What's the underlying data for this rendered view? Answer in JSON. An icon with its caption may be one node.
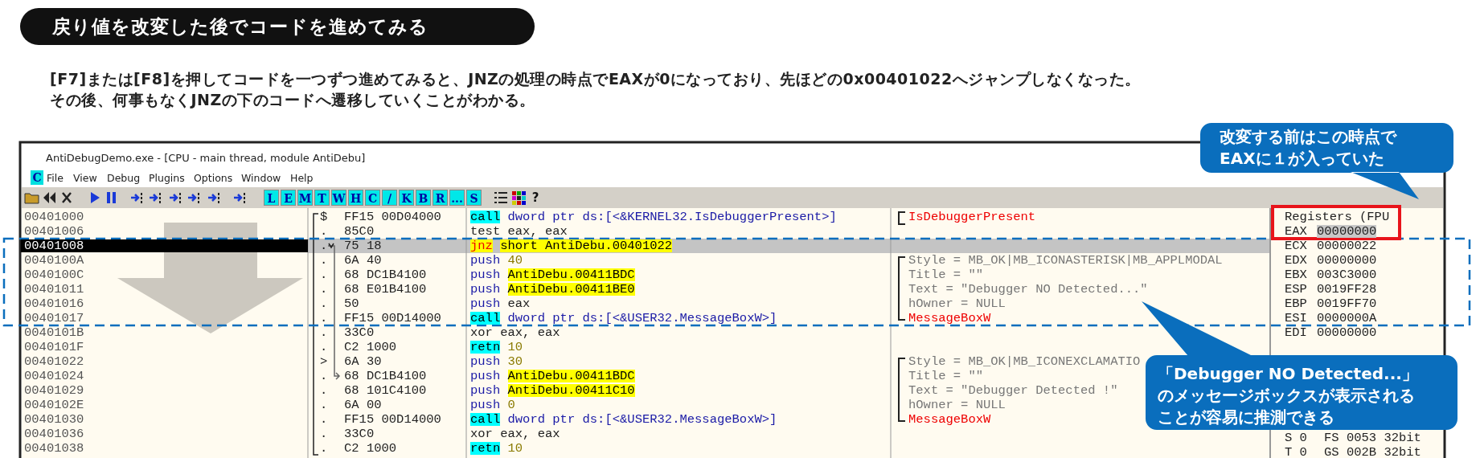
{
  "diagram": {
    "title": "戻り値を改変した後でコードを進めてみる",
    "nodes": [
      {
        "text": [
          "改変する前はこの時点でEAXに１が入っていた"
        ]
      },
      {
        "text": [
          "「Debugger NO Detected...」のメッセージボックスが表示されることが容易に推測できる"
        ]
      }
    ],
    "labels": [
      "[F7]または[F8]を押してコードを一つずつ進めてみると、JNZの処理の時点でEAXが0になっており、先ほどの0x00401022へジャンプしなくなった。",
      "その後、何事もなくJNZの下のコードへ遷移していくことがわかる。",
      "AntiDebugDemo.exe - [CPU - main thread, module AntiDebu]",
      "C",
      "File",
      "View",
      "Debug",
      "Plugins",
      "Options",
      "Window",
      "Help",
      "L",
      "E",
      "M",
      "T",
      "W",
      "H",
      "C",
      "/",
      "K",
      "B",
      "R",
      "...",
      "S",
      "?",
      "00401000",
      "$",
      "FF15 00D04000",
      "call",
      "dword ptr ds:[<&KERNEL32.IsDebuggerPresent>]",
      "IsDebuggerPresent",
      "00401006",
      ".",
      "85C0",
      "test",
      "eax, eax",
      "00401008",
      ".",
      "75 18",
      "jnz",
      "short AntiDebu.00401022",
      "0040100A",
      ".",
      "6A 40",
      "push",
      "40",
      "Style = MB_OK|MB_ICONASTERISK|MB_APPLMODAL",
      "0040100C",
      ".",
      "68 DC1B4100",
      "push",
      "AntiDebu.00411BDC",
      "Title = \"\"",
      "00401011",
      ".",
      "68 E01B4100",
      "push",
      "AntiDebu.00411BE0",
      "Text = \"Debugger NO Detected...\"",
      "00401016",
      ".",
      "50",
      "push",
      "eax",
      "hOwner = NULL",
      "00401017",
      ".",
      "FF15 00D14000",
      "call",
      "dword ptr ds:[<&USER32.MessageBoxW>]",
      "MessageBoxW",
      "0040101B",
      ".",
      "33C0",
      "xor",
      "eax, eax",
      "0040101F",
      ".",
      "C2 1000",
      "retn",
      "10",
      "00401022",
      ">",
      "6A 30",
      "push",
      "30",
      "Style = MB_OK|MB_ICONEXCLAMATIO",
      "00401024",
      ".",
      "68 DC1B4100",
      "push",
      "AntiDebu.00411BDC",
      "Title = \"\"",
      "00401029",
      ".",
      "68 101C4100",
      "push",
      "AntiDebu.00411C10",
      "Text = \"Debugger Detected !\"",
      "0040102E",
      ".",
      "6A 00",
      "push",
      "0",
      "hOwner = NULL",
      "00401030",
      ".",
      "FF15 00D14000",
      "call",
      "dword ptr ds:[<&USER32.MessageBoxW>]",
      "MessageBoxW",
      "00401036",
      ".",
      "33C0",
      "xor",
      "eax, eax",
      "00401038",
      ".",
      "C2 1000",
      "retn",
      "10",
      "Registers (FPU",
      "EAX",
      "00000000",
      "ECX",
      "00000022",
      "EDX",
      "00000000",
      "EBX",
      "003C3000",
      "ESP",
      "0019FF28",
      "EBP",
      "0019FF70",
      "ESI",
      "0000000A",
      "EDI",
      "00000000",
      "S 0",
      "FS 0053 32bit",
      "T 0",
      "GS 002B 32bit"
    ]
  }
}
